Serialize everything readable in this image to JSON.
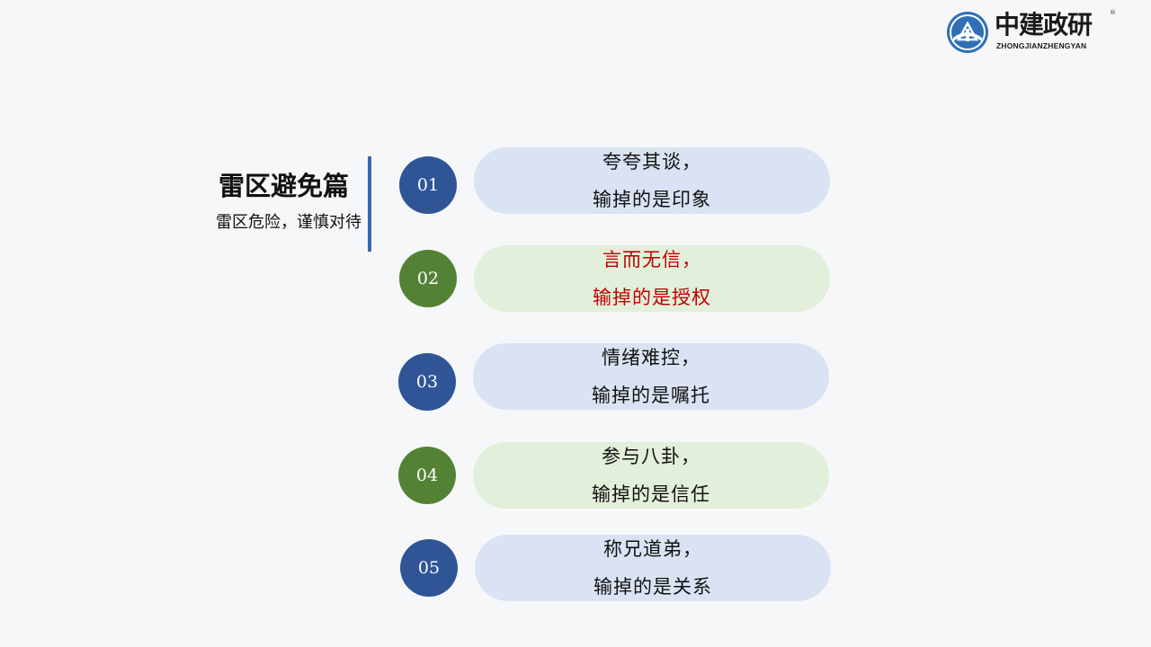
{
  "logo": {
    "title": "中建政研",
    "subtitle": "ZHONGJIANZHENGYAN",
    "registered": "®",
    "icon": "company-logo-icon"
  },
  "section": {
    "title": "雷区避免篇",
    "subtitle": "雷区危险，谨慎对待"
  },
  "colors": {
    "blue_circle": "#2f5597",
    "green_circle": "#548235",
    "blue_pill": "#dae3f3",
    "green_pill": "#e2efda",
    "highlight_text": "#c00000",
    "divider": "#3b66b0"
  },
  "items": [
    {
      "number": "01",
      "line1": "夸夸其谈，",
      "line2": "输掉的是印象"
    },
    {
      "number": "02",
      "line1": "言而无信，",
      "line2": "输掉的是授权"
    },
    {
      "number": "03",
      "line1": "情绪难控，",
      "line2": "输掉的是嘱托"
    },
    {
      "number": "04",
      "line1": "参与八卦，",
      "line2": "输掉的是信任"
    },
    {
      "number": "05",
      "line1": "称兄道弟，",
      "line2": "输掉的是关系"
    }
  ]
}
